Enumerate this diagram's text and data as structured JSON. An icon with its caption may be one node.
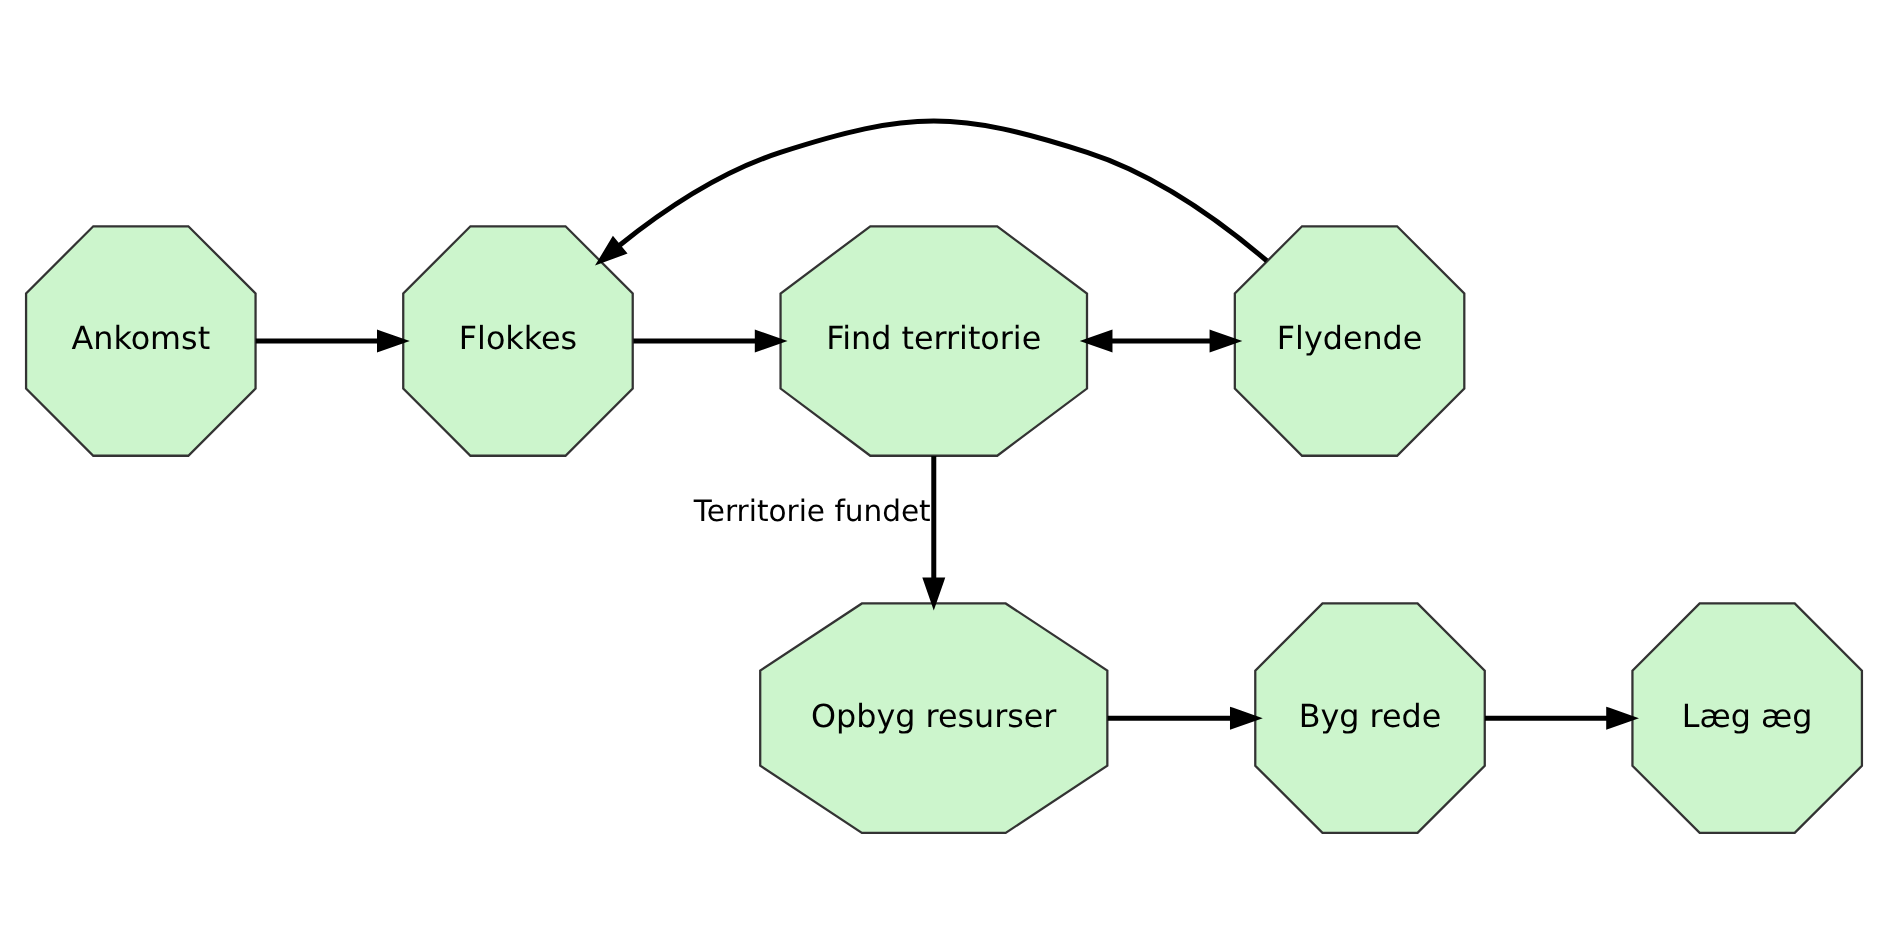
{
  "diagram": {
    "nodes": [
      {
        "text": [
          "Ankomst"
        ]
      },
      {
        "text": [
          "Flokkes"
        ]
      },
      {
        "text": [
          "Find territorie"
        ]
      },
      {
        "text": [
          "Flydende"
        ]
      },
      {
        "text": [
          "Opbyg resurser"
        ]
      },
      {
        "text": [
          "Byg rede"
        ]
      },
      {
        "text": [
          "Læg æg"
        ]
      }
    ],
    "edges": [
      {
        "from": 0,
        "to": 1,
        "arrow": "to"
      },
      {
        "from": 1,
        "to": 2,
        "arrow": "to"
      },
      {
        "from": 2,
        "to": 3,
        "arrow": "both"
      },
      {
        "from": 3,
        "to": 1,
        "arrow": "to"
      },
      {
        "from": 2,
        "to": 4,
        "arrow": "to",
        "label": "Territorie fundet"
      },
      {
        "from": 4,
        "to": 5,
        "arrow": "to"
      },
      {
        "from": 5,
        "to": 6,
        "arrow": "to"
      }
    ]
  }
}
